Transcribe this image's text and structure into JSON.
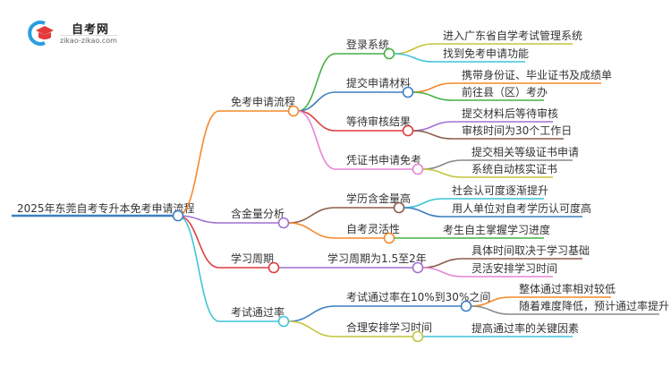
{
  "logo": {
    "name": "自考网",
    "url": "zikao-zikao.com"
  },
  "root": {
    "label": "2025年东莞自考专升本免考申请流程",
    "branches": [
      {
        "label": "免考申请流程",
        "children": [
          {
            "label": "登录系统",
            "children": [
              {
                "label": "进入广东省自学考试管理系统"
              },
              {
                "label": "找到免考申请功能"
              }
            ]
          },
          {
            "label": "提交申请材料",
            "children": [
              {
                "label": "携带身份证、毕业证书及成绩单"
              },
              {
                "label": "前往县（区）考办"
              }
            ]
          },
          {
            "label": "等待审核结果",
            "children": [
              {
                "label": "提交材料后等待审核"
              },
              {
                "label": "审核时间为30个工作日"
              }
            ]
          },
          {
            "label": "凭证书申请免考",
            "children": [
              {
                "label": "提交相关等级证书申请"
              },
              {
                "label": "系统自动核实证书"
              }
            ]
          }
        ]
      },
      {
        "label": "含金量分析",
        "children": [
          {
            "label": "学历含金量高",
            "children": [
              {
                "label": "社会认可度逐渐提升"
              },
              {
                "label": "用人单位对自考学历认可度高"
              }
            ]
          },
          {
            "label": "自考灵活性",
            "children": [
              {
                "label": "考生自主掌握学习进度"
              }
            ]
          }
        ]
      },
      {
        "label": "学习周期",
        "children": [
          {
            "label": "学习周期为1.5至2年",
            "children": [
              {
                "label": "具体时间取决于学习基础"
              },
              {
                "label": "灵活安排学习时间"
              }
            ]
          }
        ]
      },
      {
        "label": "考试通过率",
        "children": [
          {
            "label": "考试通过率在10%到30%之间",
            "children": [
              {
                "label": "整体通过率相对较低"
              },
              {
                "label": "随着难度降低，预计通过率提升"
              }
            ]
          },
          {
            "label": "合理安排学习时间",
            "children": [
              {
                "label": "提高通过率的关键因素"
              }
            ]
          }
        ]
      }
    ]
  },
  "colors": {
    "blue": "#3d7fc1",
    "orange": "#f5892a",
    "purple": "#a070d0",
    "red": "#e03c3c",
    "cyan": "#3ec4d8",
    "green": "#45b045",
    "pink": "#e884d4",
    "brown": "#8d5b4c",
    "olive": "#c4c43a",
    "gray": "#8a8a8a"
  }
}
